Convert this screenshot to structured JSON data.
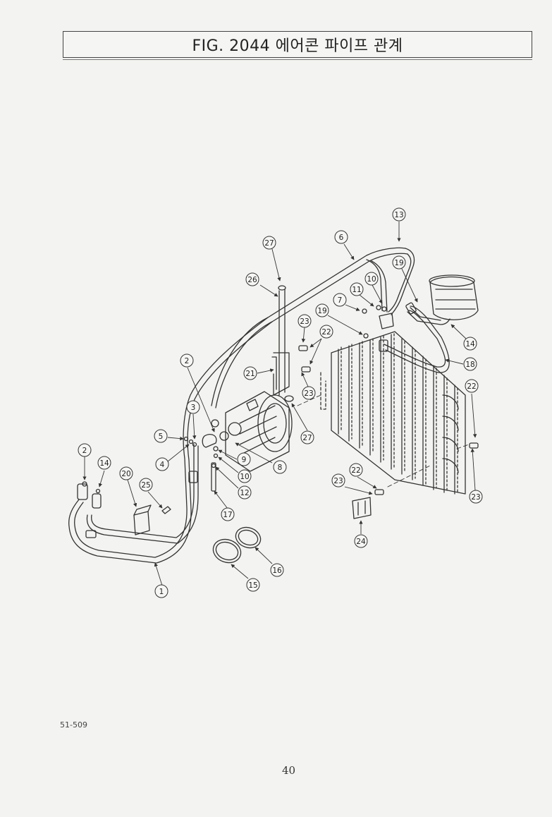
{
  "title": "FIG. 2044 에어콘 파이프 관계",
  "drawing_code": "51-509",
  "page_number": "40",
  "callouts": [
    {
      "id": "c13",
      "label": "13"
    },
    {
      "id": "c6",
      "label": "6"
    },
    {
      "id": "c27a",
      "label": "27"
    },
    {
      "id": "c26",
      "label": "26"
    },
    {
      "id": "c19a",
      "label": "19"
    },
    {
      "id": "c10a",
      "label": "10"
    },
    {
      "id": "c11",
      "label": "11"
    },
    {
      "id": "c7",
      "label": "7"
    },
    {
      "id": "c19b",
      "label": "19"
    },
    {
      "id": "c23a",
      "label": "23"
    },
    {
      "id": "c22a",
      "label": "22"
    },
    {
      "id": "c14a",
      "label": "14"
    },
    {
      "id": "c18",
      "label": "18"
    },
    {
      "id": "c2a",
      "label": "2"
    },
    {
      "id": "c21",
      "label": "21"
    },
    {
      "id": "c23b",
      "label": "23"
    },
    {
      "id": "c27b",
      "label": "27"
    },
    {
      "id": "c22b",
      "label": "22"
    },
    {
      "id": "c3",
      "label": "3"
    },
    {
      "id": "c5",
      "label": "5"
    },
    {
      "id": "c4",
      "label": "4"
    },
    {
      "id": "c9",
      "label": "9"
    },
    {
      "id": "c8",
      "label": "8"
    },
    {
      "id": "c10b",
      "label": "10"
    },
    {
      "id": "c12",
      "label": "12"
    },
    {
      "id": "c17",
      "label": "17"
    },
    {
      "id": "c2b",
      "label": "2"
    },
    {
      "id": "c14b",
      "label": "14"
    },
    {
      "id": "c20",
      "label": "20"
    },
    {
      "id": "c25",
      "label": "25"
    },
    {
      "id": "c22c",
      "label": "22"
    },
    {
      "id": "c23c",
      "label": "23"
    },
    {
      "id": "c23d",
      "label": "23"
    },
    {
      "id": "c24",
      "label": "24"
    },
    {
      "id": "c16",
      "label": "16"
    },
    {
      "id": "c15",
      "label": "15"
    },
    {
      "id": "c1",
      "label": "1"
    }
  ]
}
